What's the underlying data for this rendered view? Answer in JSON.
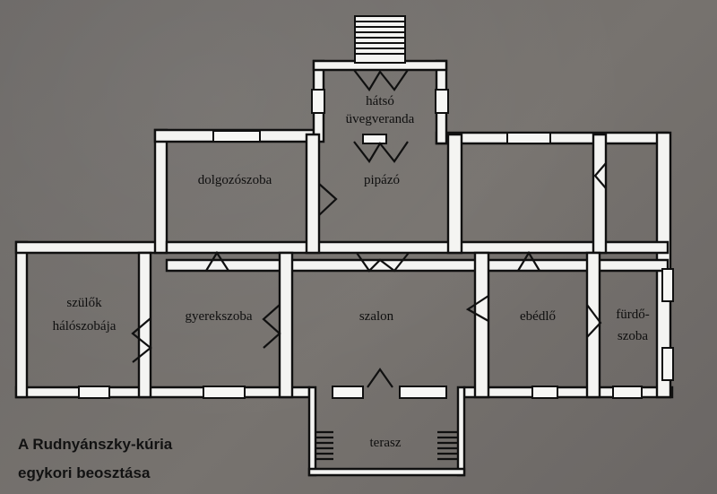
{
  "caption": {
    "line1": "A Rudnyánszky-kúria",
    "line2": "egykori beosztása"
  },
  "rooms": {
    "hatso_line1": "hátsó",
    "hatso_line2": "üvegveranda",
    "pipazo": "pipázó",
    "dolgozoszoba": "dolgozószoba",
    "szulok_line1": "szülők",
    "szulok_line2": "hálószobája",
    "gyerekszoba": "gyerekszoba",
    "szalon": "szalon",
    "ebedlo": "ebédlő",
    "furdo_line1": "fürdő-",
    "furdo_line2": "szoba",
    "terasz": "terasz"
  }
}
